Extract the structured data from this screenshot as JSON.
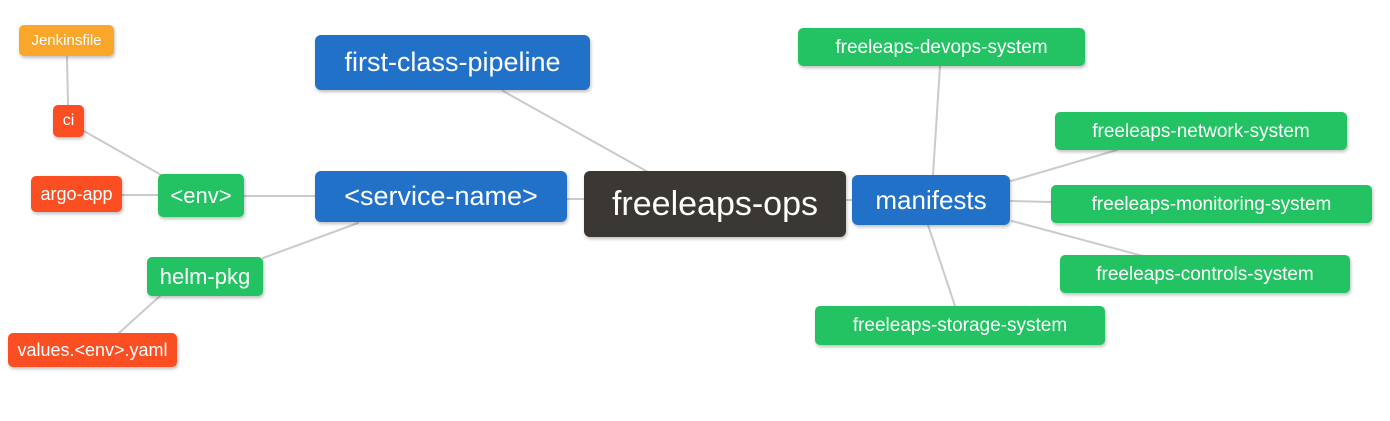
{
  "palette": {
    "orange": "#FAA62B",
    "red": "#FB4E23",
    "green": "#23C363",
    "blue": "#2271C9",
    "dark": "#3B3733",
    "edge": "#CBCBCB",
    "text": "#FFFFFF",
    "background": "#FFFFFF"
  },
  "nodes": {
    "jenkinsfile": {
      "label": "Jenkinsfile",
      "color": "orange"
    },
    "ci": {
      "label": "ci",
      "color": "red"
    },
    "argo_app": {
      "label": "argo-app",
      "color": "red"
    },
    "env": {
      "label": "<env>",
      "color": "green"
    },
    "helm_pkg": {
      "label": "helm-pkg",
      "color": "green"
    },
    "values_env_yaml": {
      "label": "values.<env>.yaml",
      "color": "red"
    },
    "first_class_pipeline": {
      "label": "first-class-pipeline",
      "color": "blue"
    },
    "service_name": {
      "label": "<service-name>",
      "color": "blue"
    },
    "freeleaps_ops": {
      "label": "freeleaps-ops",
      "color": "dark"
    },
    "manifests": {
      "label": "manifests",
      "color": "blue"
    },
    "devops_system": {
      "label": "freeleaps-devops-system",
      "color": "green"
    },
    "network_system": {
      "label": "freeleaps-network-system",
      "color": "green"
    },
    "monitoring_system": {
      "label": "freeleaps-monitoring-system",
      "color": "green"
    },
    "controls_system": {
      "label": "freeleaps-controls-system",
      "color": "green"
    },
    "storage_system": {
      "label": "freeleaps-storage-system",
      "color": "green"
    }
  },
  "edges": [
    {
      "from": "jenkinsfile",
      "to": "ci"
    },
    {
      "from": "ci",
      "to": "env"
    },
    {
      "from": "argo_app",
      "to": "env"
    },
    {
      "from": "env",
      "to": "service_name"
    },
    {
      "from": "service_name",
      "to": "helm_pkg"
    },
    {
      "from": "helm_pkg",
      "to": "values_env_yaml"
    },
    {
      "from": "first_class_pipeline",
      "to": "freeleaps_ops"
    },
    {
      "from": "service_name",
      "to": "freeleaps_ops"
    },
    {
      "from": "freeleaps_ops",
      "to": "manifests"
    },
    {
      "from": "manifests",
      "to": "devops_system"
    },
    {
      "from": "manifests",
      "to": "network_system"
    },
    {
      "from": "manifests",
      "to": "monitoring_system"
    },
    {
      "from": "manifests",
      "to": "controls_system"
    },
    {
      "from": "manifests",
      "to": "storage_system"
    }
  ]
}
